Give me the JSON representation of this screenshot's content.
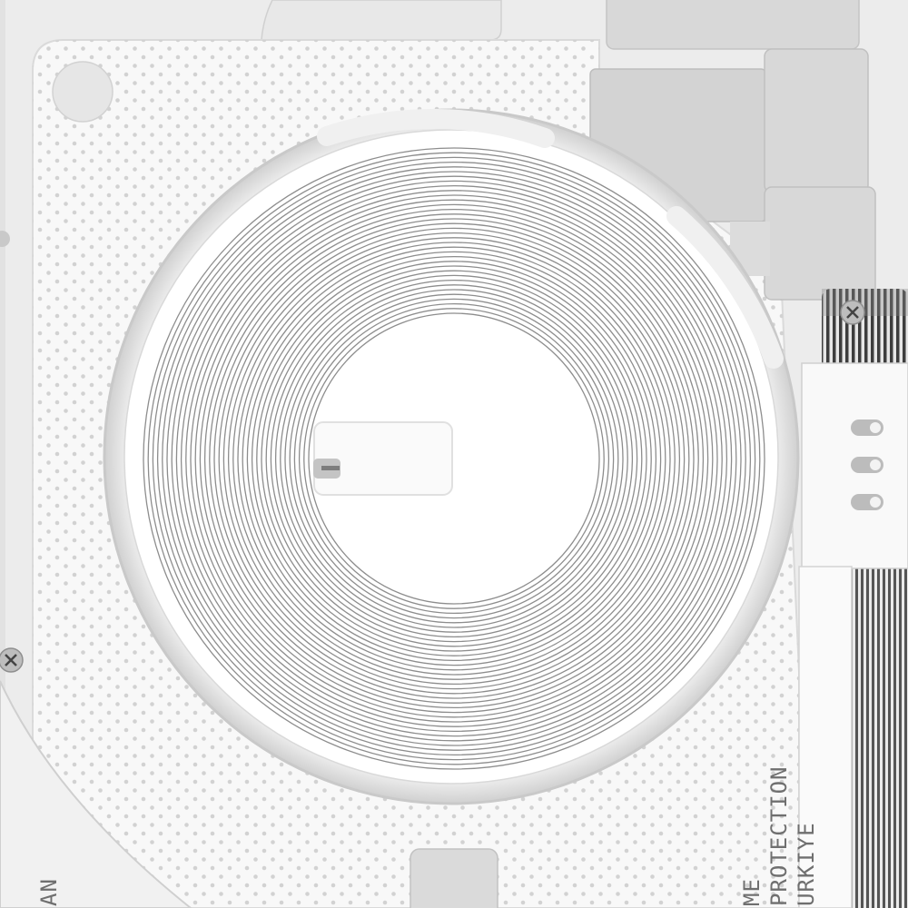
{
  "labels": {
    "line1": "ME",
    "line2": "PROTECTION",
    "line3": "URKIYE",
    "corner": "AN"
  },
  "icons": {
    "screw": "screw-icon",
    "pill": "pill-slot-icon"
  },
  "colors": {
    "panel": "#f6f6f6",
    "background": "#ededed",
    "coil_line": "#8d8d8d",
    "block_gray": "#d4d4d4",
    "dark_stripes": "#444444"
  }
}
